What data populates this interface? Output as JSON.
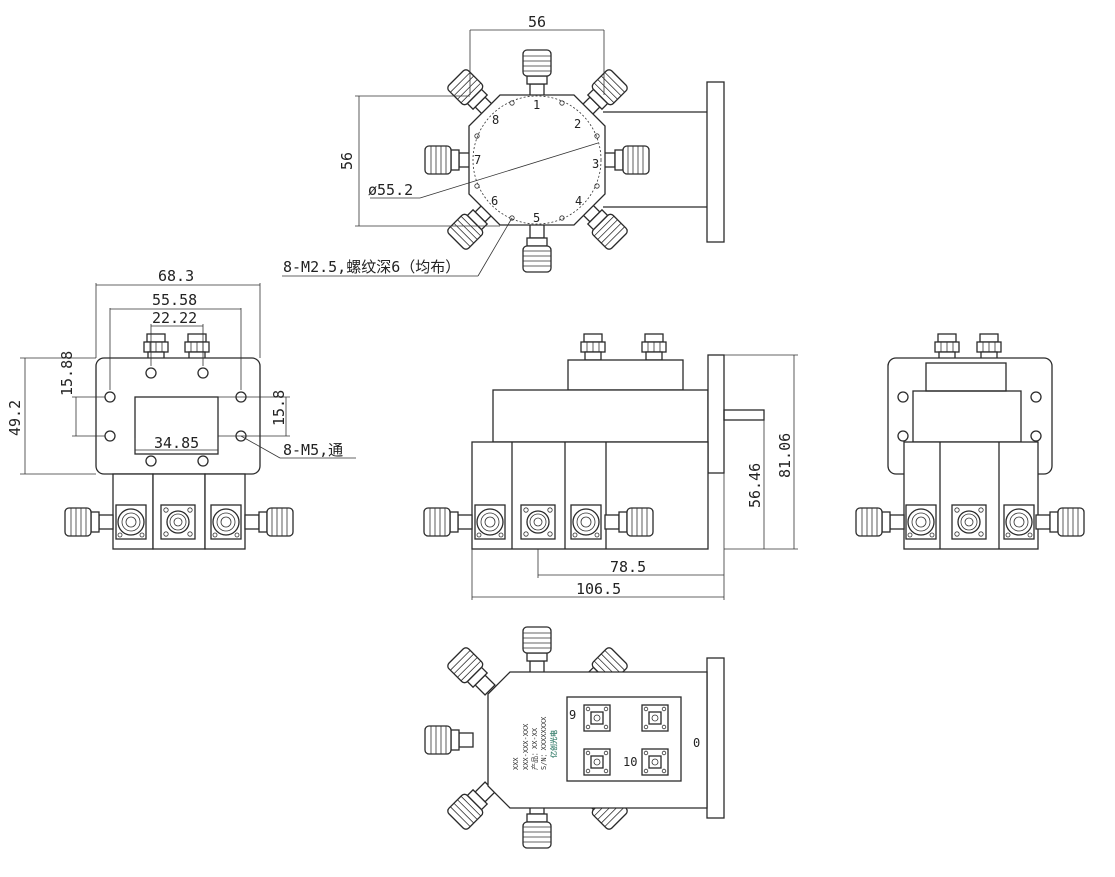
{
  "top_view": {
    "width_dim": "56",
    "height_dim": "56",
    "diameter": "ø55.2",
    "hole_note": "8-M2.5,螺纹深6（均布）",
    "port_numbers": [
      "1",
      "2",
      "3",
      "4",
      "5",
      "6",
      "7",
      "8"
    ]
  },
  "left_view": {
    "dim_overall_width": "68.3",
    "dim_hole_spacing": "55.58",
    "dim_connector_spacing": "22.22",
    "dim_opening_width": "34.85",
    "dim_overall_height": "49.2",
    "dim_hole_vertical": "15.88",
    "dim_opening_height": "15.8",
    "hole_note": "8-M5,通"
  },
  "front_view": {
    "dim_total_height": "81.06",
    "dim_flange_height": "56.46",
    "dim_body_length": "78.5",
    "dim_total_length": "106.5"
  },
  "bottom_view": {
    "label_text": [
      "XXX",
      "XXX-XXX-XXX",
      "产品：XX-XX",
      "S/N：XXXXXXXX"
    ],
    "logo_text": "亿创光电",
    "port_numbers": [
      "9",
      "10",
      "0"
    ]
  },
  "colors": {
    "line": "#2b2b2b",
    "logo": "#4a8a7a"
  }
}
